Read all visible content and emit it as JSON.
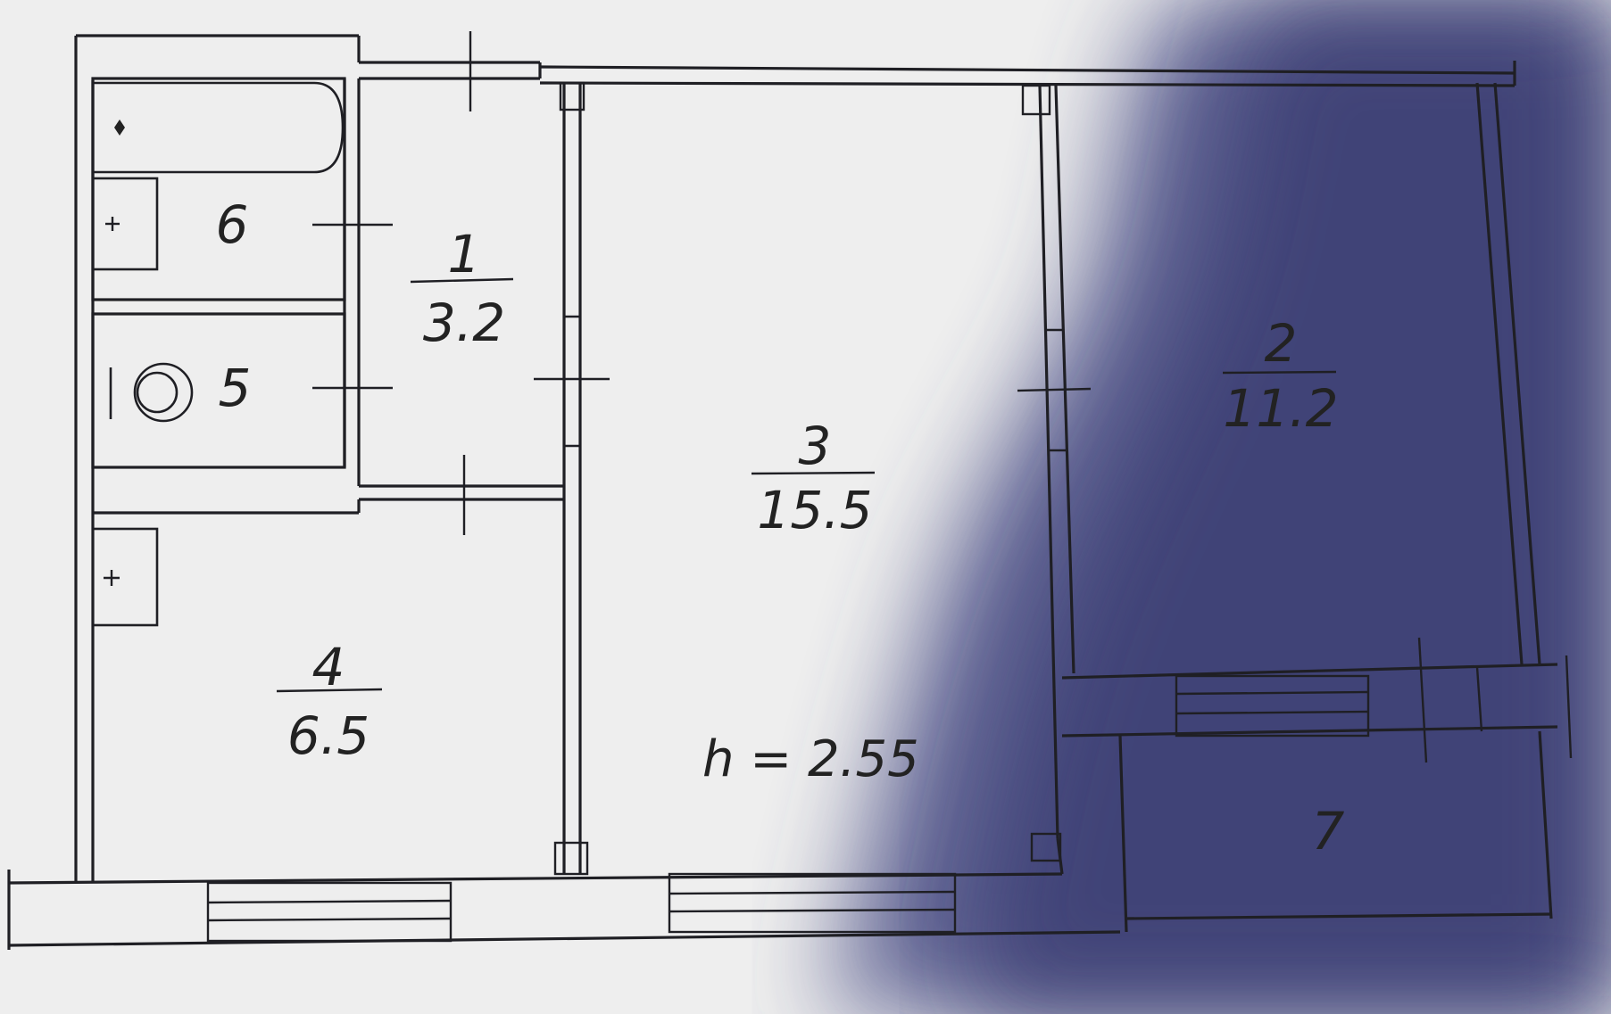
{
  "rooms": [
    {
      "number": "1",
      "area": "3.2"
    },
    {
      "number": "2",
      "area": "11.2"
    },
    {
      "number": "3",
      "area": "15.5"
    },
    {
      "number": "4",
      "area": "6.5"
    },
    {
      "number": "5"
    },
    {
      "number": "6"
    },
    {
      "number": "7"
    }
  ],
  "ceiling_height": "h = 2.55",
  "icons": {
    "bathtub": "bathtub-icon",
    "toilet": "toilet-icon",
    "washbasin": "washbasin-icon",
    "kitchen_sink": "kitchen-sink-icon"
  }
}
